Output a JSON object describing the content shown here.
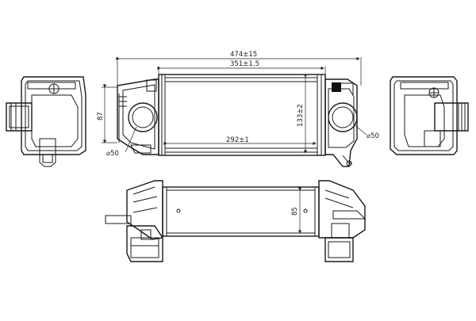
{
  "dimensions": {
    "overall_length": "474±15",
    "core_length": "351±1.5",
    "core_inner_length": "292±1",
    "core_height": "133±2",
    "inlet_height": "87",
    "tank_depth": "85",
    "left_port_diameter": "⌀50",
    "right_port_diameter": "⌀50"
  }
}
